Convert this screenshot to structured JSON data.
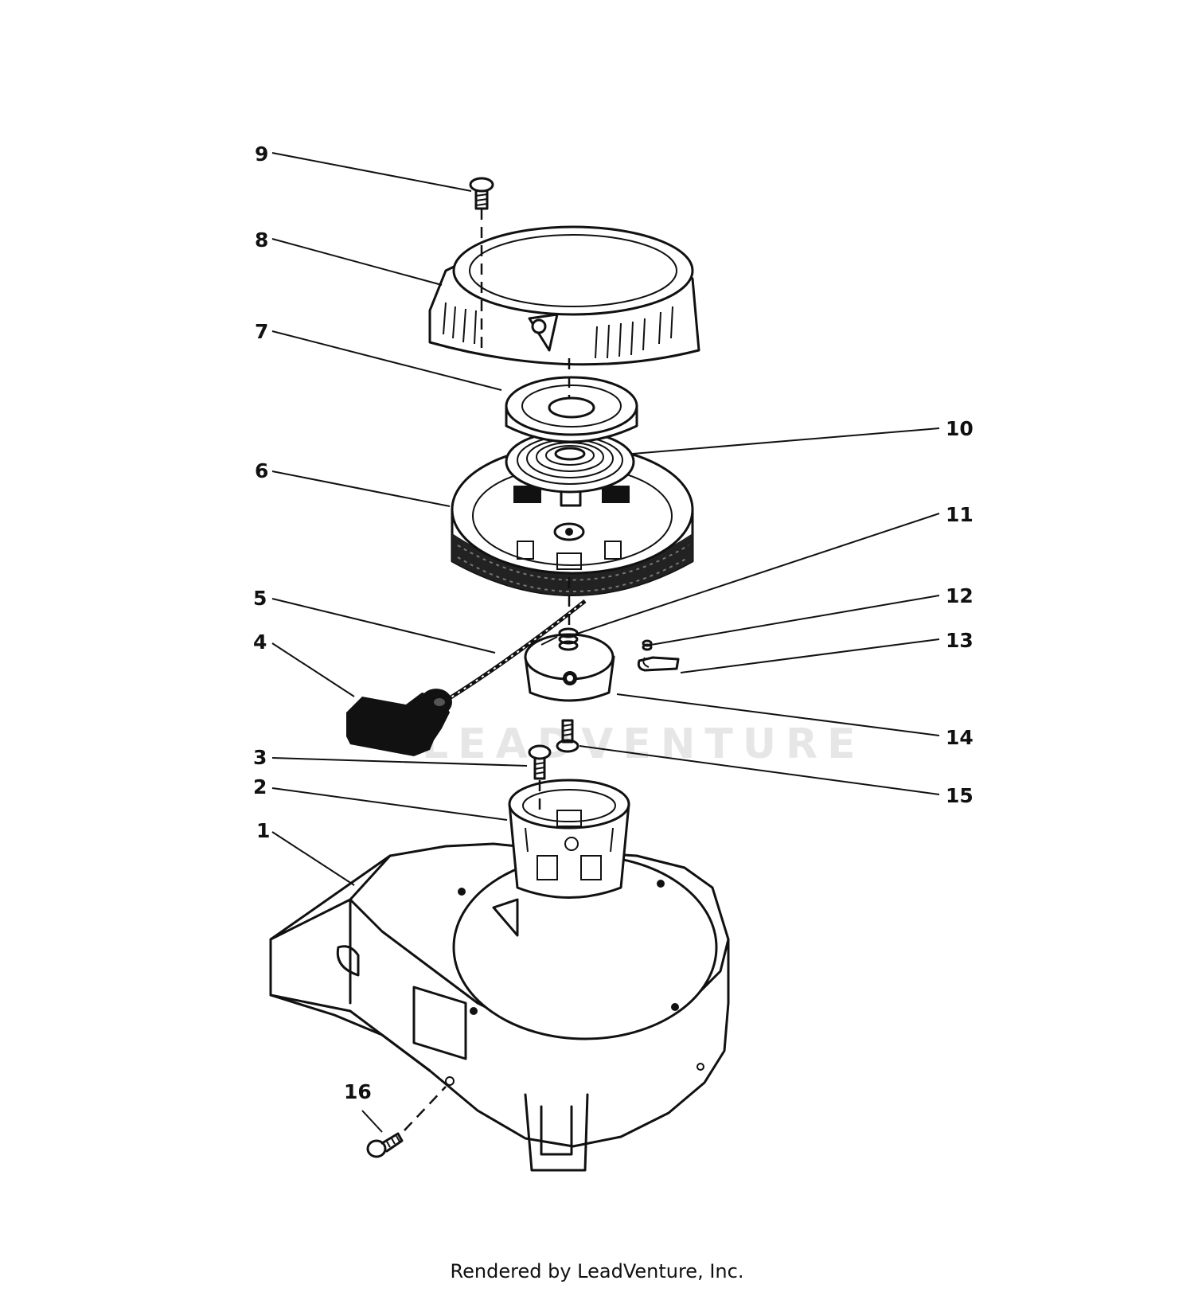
{
  "diagram": {
    "callouts": [
      "9",
      "8",
      "7",
      "10",
      "6",
      "11",
      "5",
      "12",
      "4",
      "13",
      "14",
      "3",
      "15",
      "2",
      "1",
      "16"
    ],
    "watermark": "LEADVENTURE"
  },
  "footer": {
    "text": "Rendered by LeadVenture, Inc."
  }
}
